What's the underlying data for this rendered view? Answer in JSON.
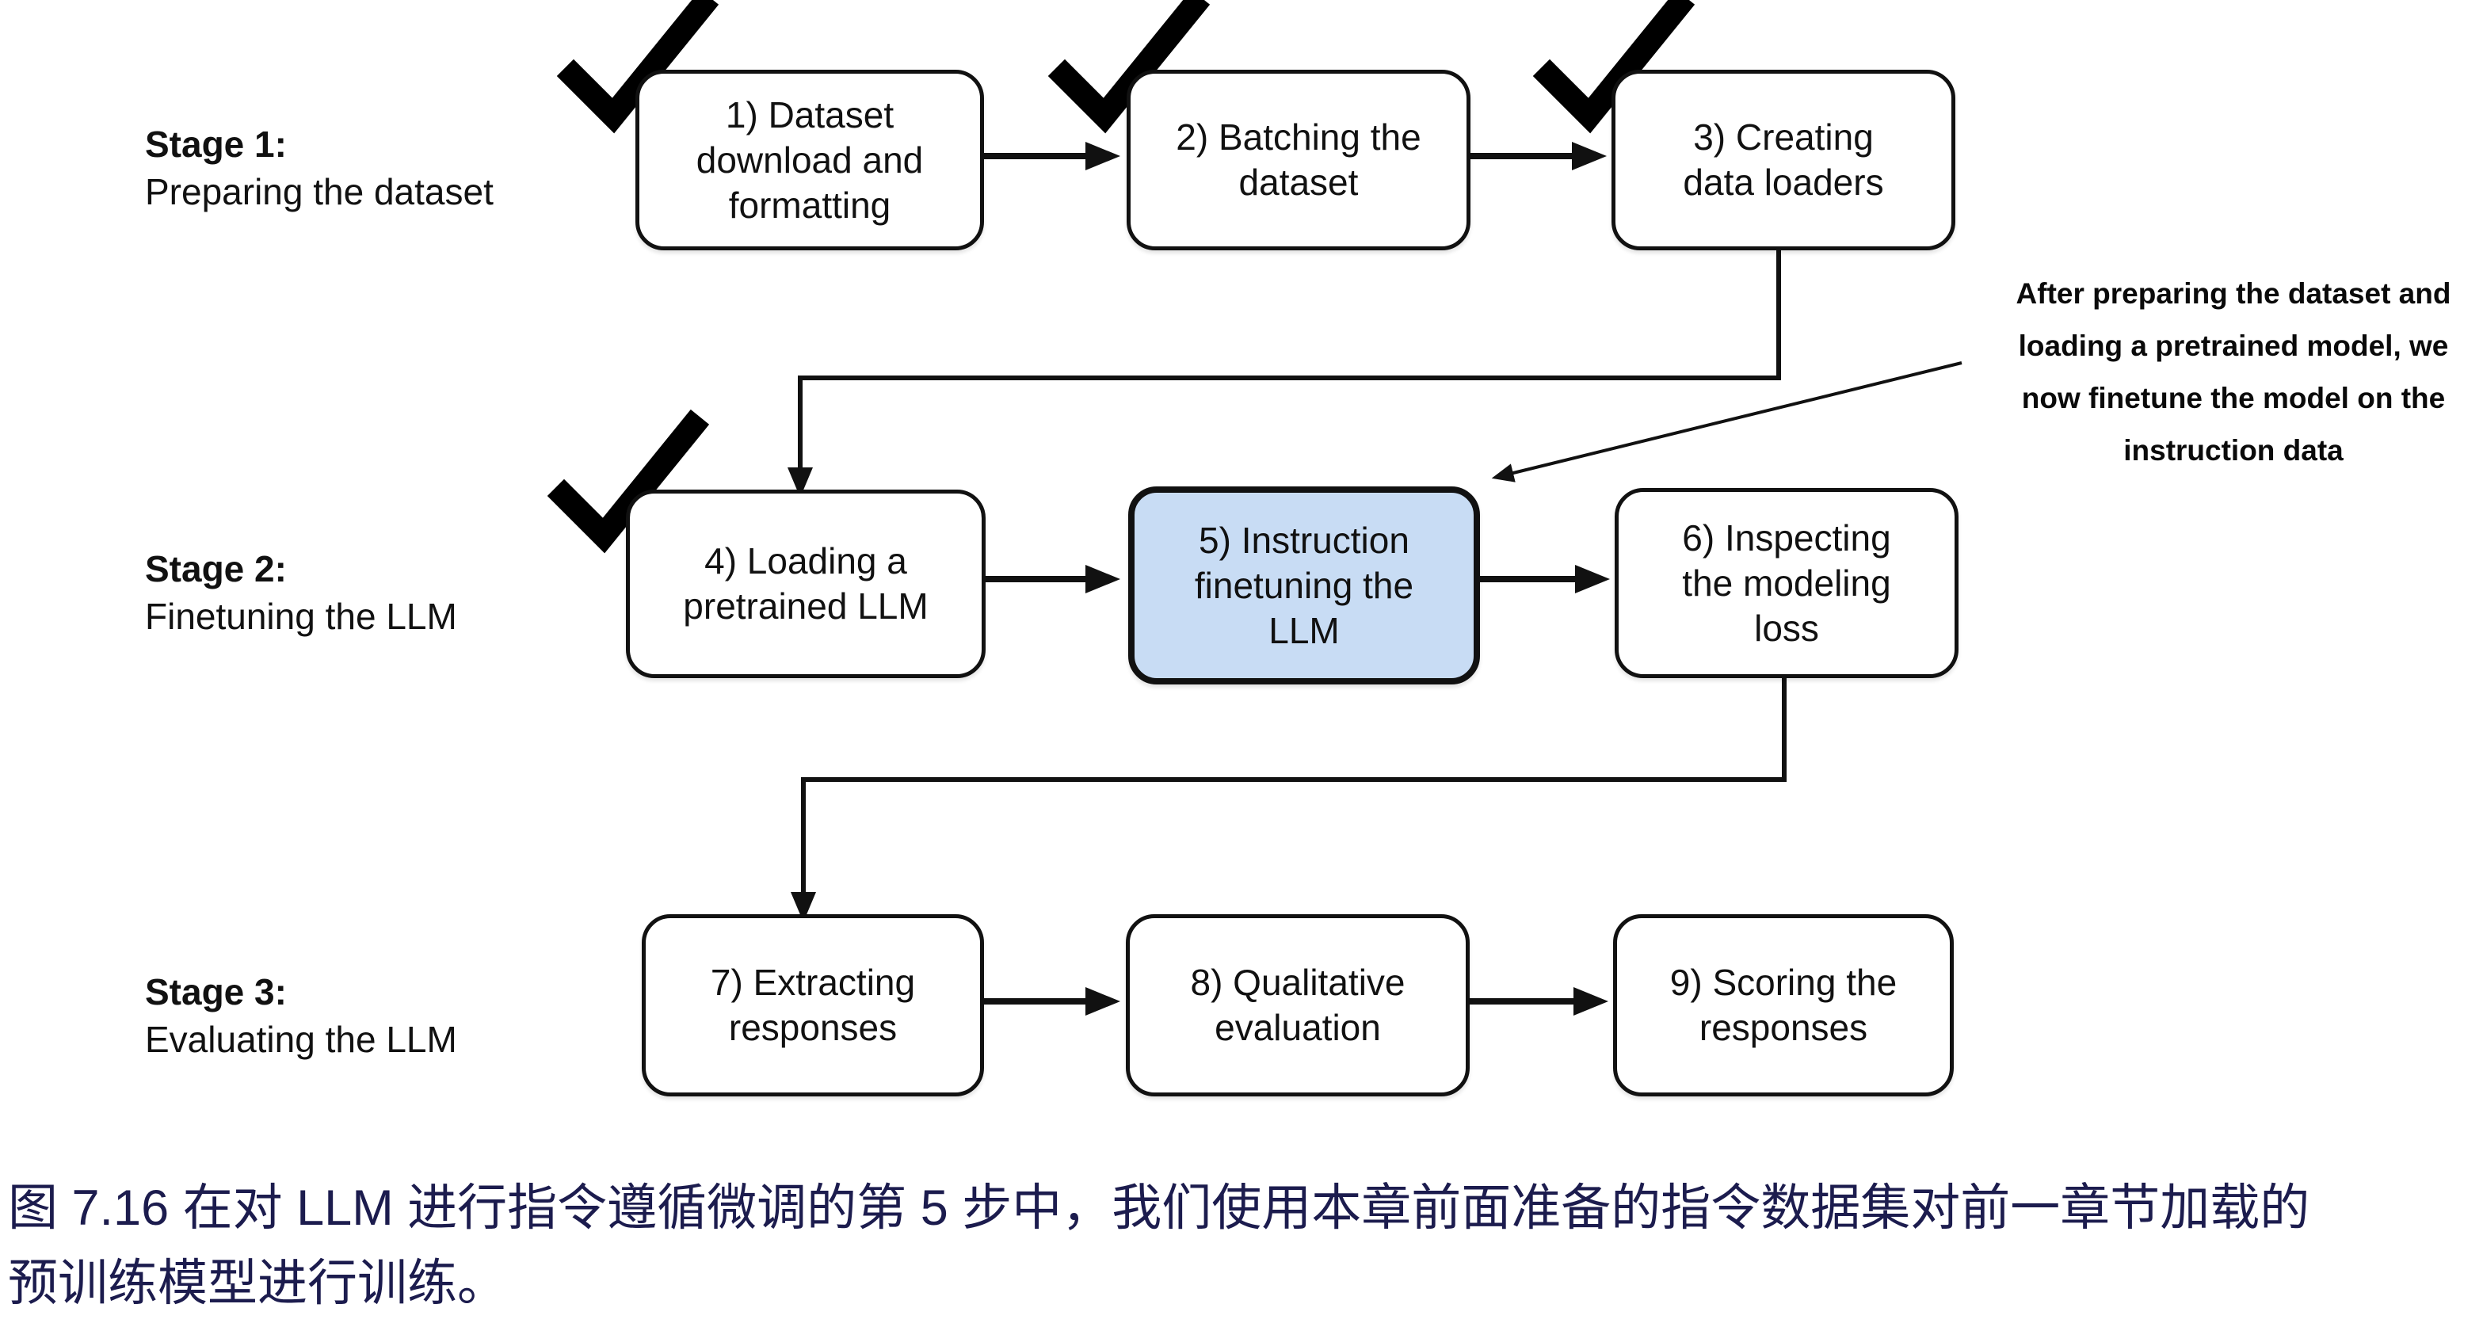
{
  "figure": {
    "stages": [
      {
        "title": "Stage 1:",
        "subtitle": "Preparing the dataset"
      },
      {
        "title": "Stage 2:",
        "subtitle": "Finetuning the LLM"
      },
      {
        "title": "Stage 3:",
        "subtitle": "Evaluating the LLM"
      }
    ],
    "boxes": [
      {
        "label": "1) Dataset\ndownload and\nformatting",
        "checked": true,
        "highlighted": false
      },
      {
        "label": "2) Batching the\ndataset",
        "checked": true,
        "highlighted": false
      },
      {
        "label": "3) Creating\ndata loaders",
        "checked": true,
        "highlighted": false
      },
      {
        "label": "4) Loading a\npretrained LLM",
        "checked": true,
        "highlighted": false
      },
      {
        "label": "5) Instruction\nfinetuning the\nLLM",
        "checked": false,
        "highlighted": true
      },
      {
        "label": "6) Inspecting\nthe modeling\nloss",
        "checked": false,
        "highlighted": false
      },
      {
        "label": "7) Extracting\nresponses",
        "checked": false,
        "highlighted": false
      },
      {
        "label": "8) Qualitative\nevaluation",
        "checked": false,
        "highlighted": false
      },
      {
        "label": "9) Scoring the\nresponses",
        "checked": false,
        "highlighted": false
      }
    ],
    "annotation": "After preparing the dataset and\nloading a pretrained model, we\nnow finetune the model on the\ninstruction data",
    "caption": "图 7.16 在对 LLM 进行指令遵循微调的第 5 步中，我们使用本章前面准备的指令数据集对前一章节加载的\n预训练模型进行训练。",
    "colors": {
      "highlight_fill": "#c8dcf4",
      "box_border": "#111111",
      "arrow": "#111111",
      "caption_text": "#1c1c4e"
    }
  }
}
